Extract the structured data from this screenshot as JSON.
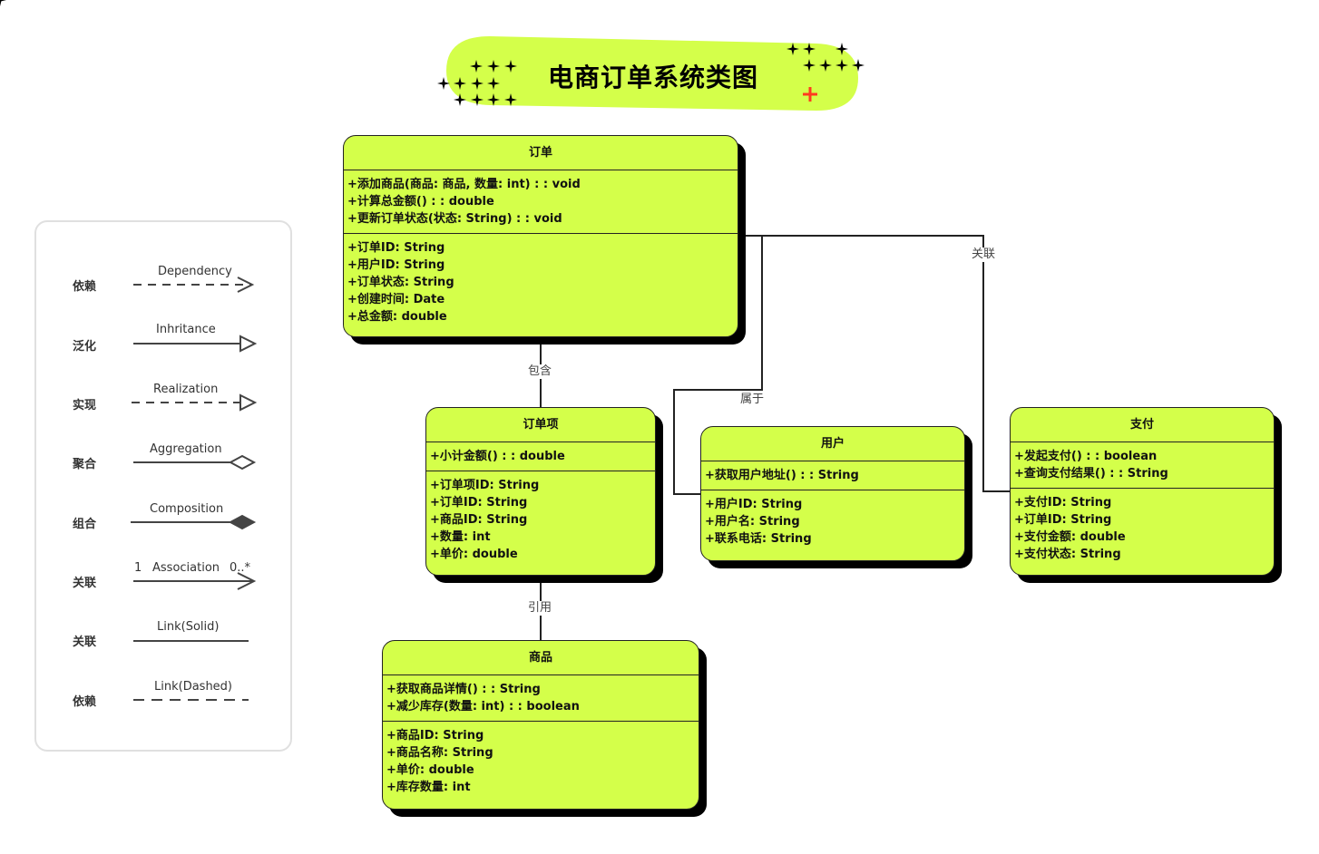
{
  "title": "电商订单系统类图",
  "colors": {
    "class_fill": "#d4ff4a",
    "banner_fill": "#d4ff4a",
    "shadow": "#000000",
    "accent_plus": "#ff3b1f",
    "legend_border": "#e0e0e0"
  },
  "legend": {
    "items": [
      {
        "label": "依赖",
        "caption": "Dependency",
        "line": "dashed",
        "head": "open-arrow"
      },
      {
        "label": "泛化",
        "caption": "Inhritance",
        "line": "solid",
        "head": "hollow-triangle"
      },
      {
        "label": "实现",
        "caption": "Realization",
        "line": "dashed",
        "head": "hollow-triangle"
      },
      {
        "label": "聚合",
        "caption": "Aggregation",
        "line": "solid",
        "head": "hollow-diamond"
      },
      {
        "label": "组合",
        "caption": "Composition",
        "line": "solid",
        "head": "filled-diamond"
      },
      {
        "label": "关联",
        "caption": "Association",
        "line": "solid",
        "head": "open-arrow",
        "mult_left": "1",
        "mult_right": "0..*"
      },
      {
        "label": "关联",
        "caption": "Link(Solid)",
        "line": "solid",
        "head": "none"
      },
      {
        "label": "依赖",
        "caption": "Link(Dashed)",
        "line": "dashed",
        "head": "none"
      }
    ]
  },
  "classes": {
    "order": {
      "name": "订单",
      "operations": [
        "+添加商品(商品: 商品, 数量: int) : : void",
        "+计算总金额() : : double",
        "+更新订单状态(状态: String) : : void"
      ],
      "attributes": [
        "+订单ID: String",
        "+用户ID: String",
        "+订单状态: String",
        "+创建时间: Date",
        "+总金额: double"
      ]
    },
    "order_item": {
      "name": "订单项",
      "operations": [
        "+小计金额() : : double"
      ],
      "attributes": [
        "+订单项ID: String",
        "+订单ID: String",
        "+商品ID: String",
        "+数量: int",
        "+单价: double"
      ]
    },
    "product": {
      "name": "商品",
      "operations": [
        "+获取商品详情() : : String",
        "+减少库存(数量: int) : : boolean"
      ],
      "attributes": [
        "+商品ID: String",
        "+商品名称: String",
        "+单价: double",
        "+库存数量: int"
      ]
    },
    "user": {
      "name": "用户",
      "operations": [
        "+获取用户地址() : : String"
      ],
      "attributes": [
        "+用户ID: String",
        "+用户名: String",
        "+联系电话: String"
      ]
    },
    "payment": {
      "name": "支付",
      "operations": [
        "+发起支付() : : boolean",
        "+查询支付结果() : : String"
      ],
      "attributes": [
        "+支付ID: String",
        "+订单ID: String",
        "+支付金额: double",
        "+支付状态: String"
      ]
    }
  },
  "relations": [
    {
      "from": "订单",
      "to": "订单项",
      "label": "包含"
    },
    {
      "from": "订单项",
      "to": "商品",
      "label": "引用"
    },
    {
      "from": "订单",
      "to": "用户",
      "label": "属于"
    },
    {
      "from": "订单",
      "to": "支付",
      "label": "关联"
    }
  ]
}
